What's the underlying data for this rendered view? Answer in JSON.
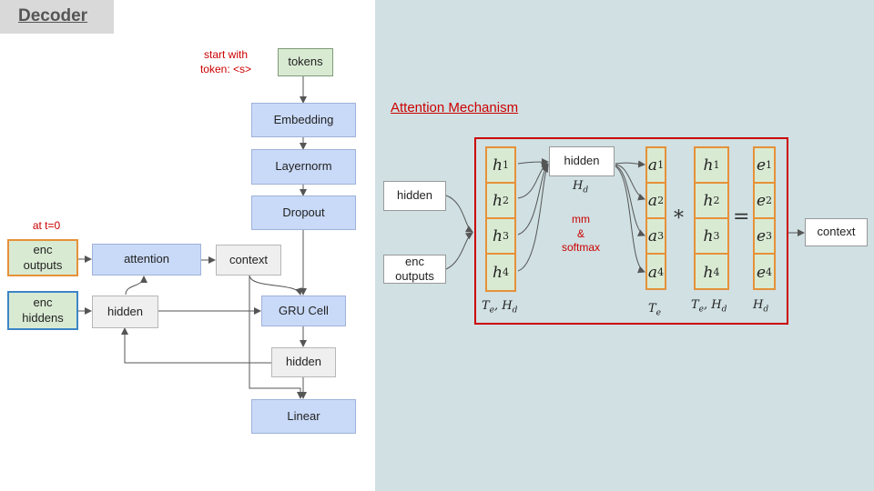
{
  "title": "Decoder",
  "decoder": {
    "start_note_line1": "start with",
    "start_note_line2": "token: <s>",
    "tokens": "tokens",
    "embedding": "Embedding",
    "layernorm": "Layernorm",
    "dropout": "Dropout",
    "time_note": "at t=0",
    "enc_outputs_line1": "enc",
    "enc_outputs_line2": "outputs",
    "enc_hiddens_line1": "enc",
    "enc_hiddens_line2": "hiddens",
    "attention": "attention",
    "context": "context",
    "hidden_left": "hidden",
    "gru_cell": "GRU Cell",
    "hidden_out": "hidden",
    "linear": "Linear"
  },
  "attention_panel": {
    "title": "Attention Mechanism",
    "hidden_in": "hidden",
    "enc_outputs_line1": "enc",
    "enc_outputs_line2": "outputs",
    "hidden_box": "hidden",
    "mm_line1": "mm",
    "mm_line2": "&",
    "mm_line3": "softmax",
    "context_out": "context",
    "encoder_vector": [
      "h",
      "h",
      "h",
      "h"
    ],
    "weights_vector": [
      "a",
      "a",
      "a",
      "a"
    ],
    "values_vector": [
      "h",
      "h",
      "h",
      "h"
    ],
    "result_vector": [
      "e",
      "e",
      "e",
      "e"
    ],
    "subscripts": [
      "1",
      "2",
      "3",
      "4"
    ],
    "multiply_op": "*",
    "equals_op": "=",
    "shape_labels": {
      "encoder": "T_e, H_d",
      "hidden": "H_d",
      "weights": "T_e",
      "values": "T_e, H_d",
      "result": "H_d"
    }
  },
  "colors": {
    "block_blue": "#c9daf8",
    "block_green": "#d9ead3",
    "block_grey": "#efefef",
    "accent_red": "#cc0000",
    "vector_orange": "#e69138",
    "enc_hiddens_border": "#3d85c6",
    "enc_outputs_border": "#e69138",
    "panel_bg": "#d0e0e3"
  }
}
